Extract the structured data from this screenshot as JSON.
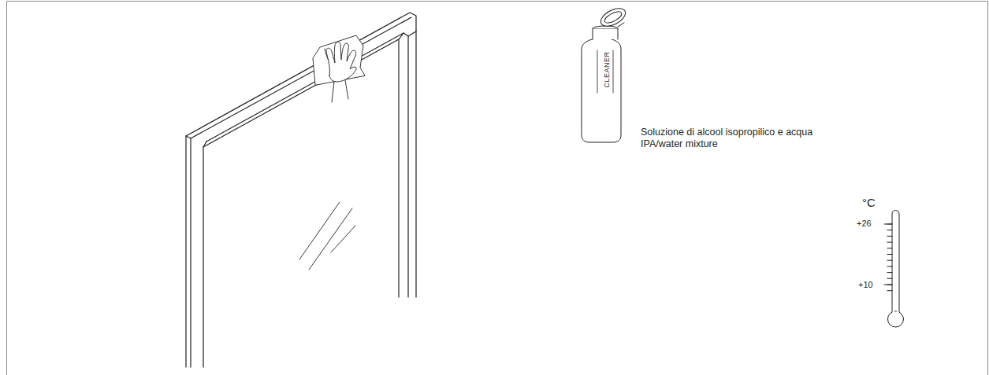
{
  "diagram": {
    "labels": [
      "CLEANER",
      "Soluzione di alcool isopropilico e acqua",
      "IPA/water mixture",
      "°C",
      "+26",
      "+10"
    ]
  }
}
